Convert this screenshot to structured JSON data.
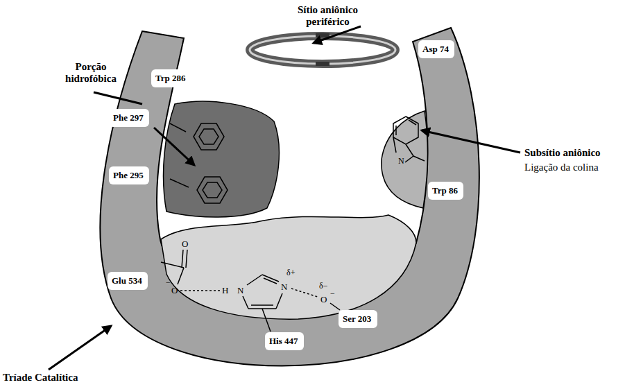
{
  "diagram": {
    "nodes": [
      {
        "text": [
          "Trp 286"
        ]
      },
      {
        "text": [
          "Asp 74"
        ]
      },
      {
        "text": [
          "Phe 297"
        ]
      },
      {
        "text": [
          "Phe 295"
        ]
      },
      {
        "text": [
          "Trp 86"
        ]
      },
      {
        "text": [
          "Glu 534"
        ]
      },
      {
        "text": [
          "Ser 203"
        ]
      },
      {
        "text": [
          "His 447"
        ]
      }
    ],
    "labels": [
      "Sítio aniônico periférico",
      "Porção hidrofóbica",
      "Subsítio aniônico",
      "Ligação da colina",
      "Tríade Catalítica",
      "O",
      "O",
      "−",
      "H",
      "N",
      "N",
      "δ+",
      "δ−",
      "O",
      "−",
      "N"
    ]
  }
}
